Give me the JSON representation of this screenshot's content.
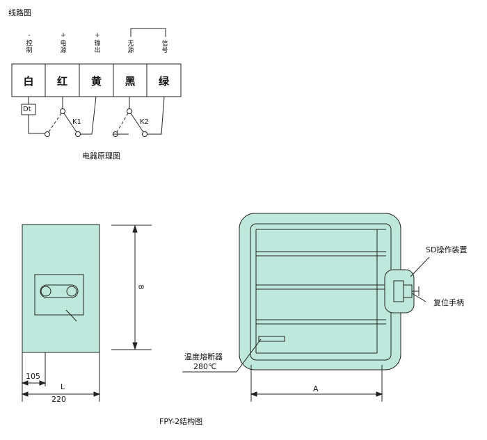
{
  "wiring_title": "线路图",
  "terminals": [
    {
      "sign": "-",
      "label": "控制",
      "color": "白"
    },
    {
      "sign": "+",
      "label": "电源",
      "color": "红"
    },
    {
      "sign": "+",
      "label": "输出",
      "color": "黄"
    },
    {
      "sign": "",
      "label": "无源",
      "color": "黑"
    },
    {
      "sign": "",
      "label": "信号",
      "color": "绿"
    }
  ],
  "fuse_label": "Dt",
  "switch_labels": [
    "K1",
    "K2"
  ],
  "circuit_title": "电器原理图",
  "side_view": {
    "dim_B": "B",
    "dim_105": "105",
    "dim_L": "L",
    "dim_220": "220"
  },
  "front_view": {
    "sd_label": "SD操作装置",
    "handle_label": "复位手柄",
    "fuse_label_1": "温度熔断器",
    "fuse_label_2": "280℃",
    "dim_A": "A"
  },
  "structure_title": "FPY-2结构图",
  "colors": {
    "panel": "#bfe8dc",
    "line": "#222222"
  }
}
